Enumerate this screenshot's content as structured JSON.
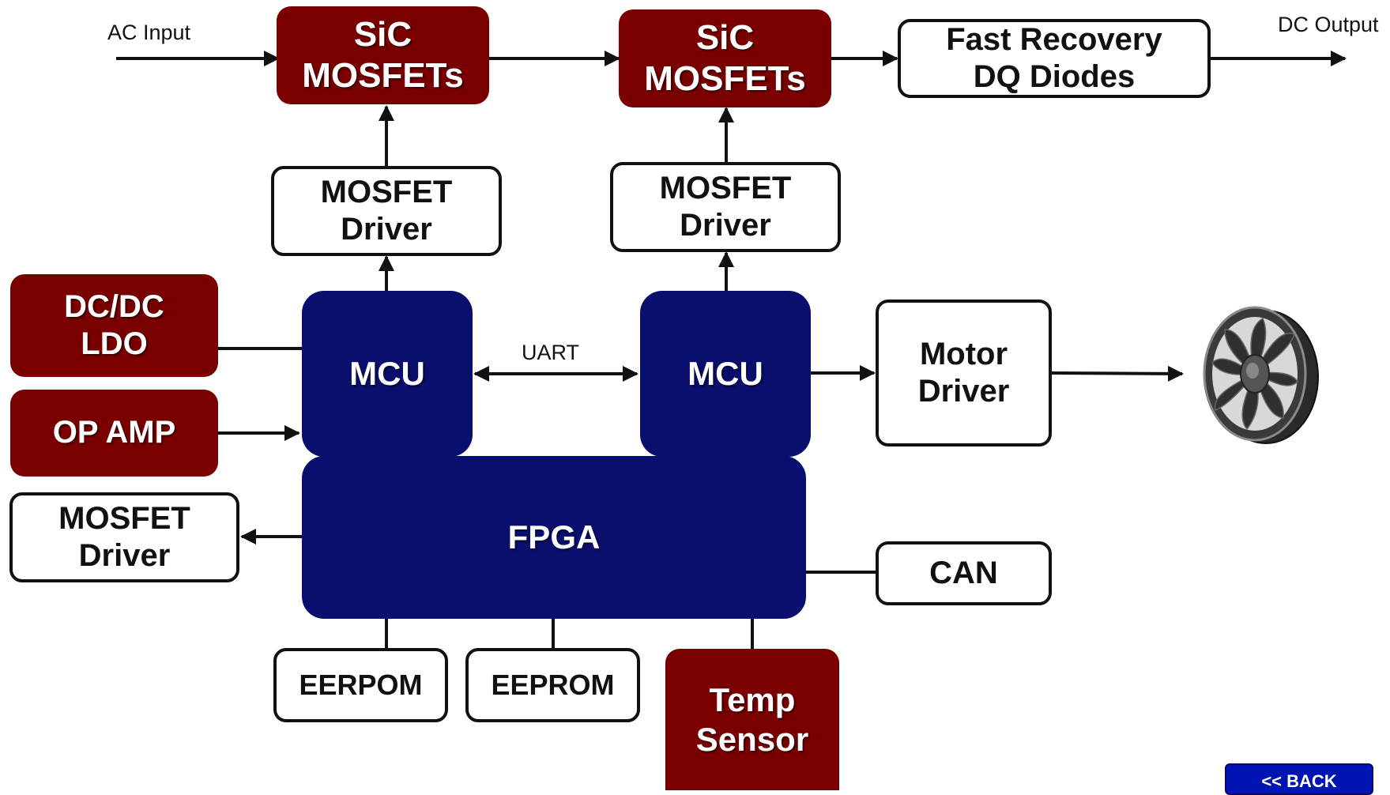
{
  "labels": {
    "ac_input": "AC Input",
    "dc_output": "DC Output",
    "uart": "UART"
  },
  "blocks": {
    "sic_1": "SiC\nMOSFETs",
    "sic_2": "SiC\nMOSFETs",
    "fast_recovery": "Fast Recovery\nDQ Diodes",
    "mosfet_driver_1": "MOSFET\nDriver",
    "mosfet_driver_2": "MOSFET\nDriver",
    "mosfet_driver_3": "MOSFET\nDriver",
    "dcdc_ldo": "DC/DC\nLDO",
    "op_amp": "OP AMP",
    "mcu_1": "MCU",
    "mcu_2": "MCU",
    "motor_driver": "Motor\nDriver",
    "fpga": "FPGA",
    "can": "CAN",
    "eerpom": "EERPOM",
    "eeprom": "EEPROM",
    "temp_sensor": "Temp\nSensor"
  },
  "fan": {
    "icon": "cooling-fan-icon"
  },
  "back_button": {
    "label": "<< BACK"
  },
  "colors": {
    "power_block": "#7a0000",
    "logic_block": "#0a0f6e",
    "outline_block": "#111111",
    "back_button": "#0014b4"
  }
}
